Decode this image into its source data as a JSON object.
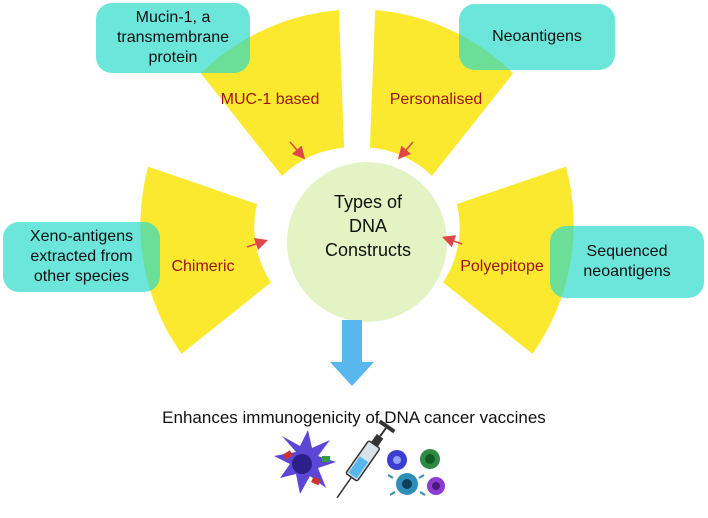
{
  "center": {
    "line1": "Types of",
    "line2": "DNA",
    "line3": "Constructs"
  },
  "segments": {
    "top_left": "MUC-1 based",
    "top_right": "Personalised",
    "left": "Chimeric",
    "right": "Polyepitope"
  },
  "boxes": {
    "top_left": {
      "line1": "Mucin-1, a",
      "line2": "transmembrane",
      "line3": "protein"
    },
    "top_right": {
      "line1": "Neoantigens"
    },
    "left": {
      "line1": "Xeno-antigens",
      "line2": "extracted from",
      "line3": "other species"
    },
    "right": {
      "line1": "Sequenced",
      "line2": "neoantigens"
    }
  },
  "caption": "Enhances immunogenicity of DNA cancer vaccines",
  "colors": {
    "segment": "#fbe930",
    "segment_label": "#9b1316",
    "center_circle": "#e3f3c4",
    "box": "#26d8c8",
    "connector_arrow": "#e04848",
    "down_arrow": "#58b7ec"
  },
  "icons": [
    "dendritic-cell-icon",
    "syringe-icon",
    "immune-cells-icon"
  ]
}
